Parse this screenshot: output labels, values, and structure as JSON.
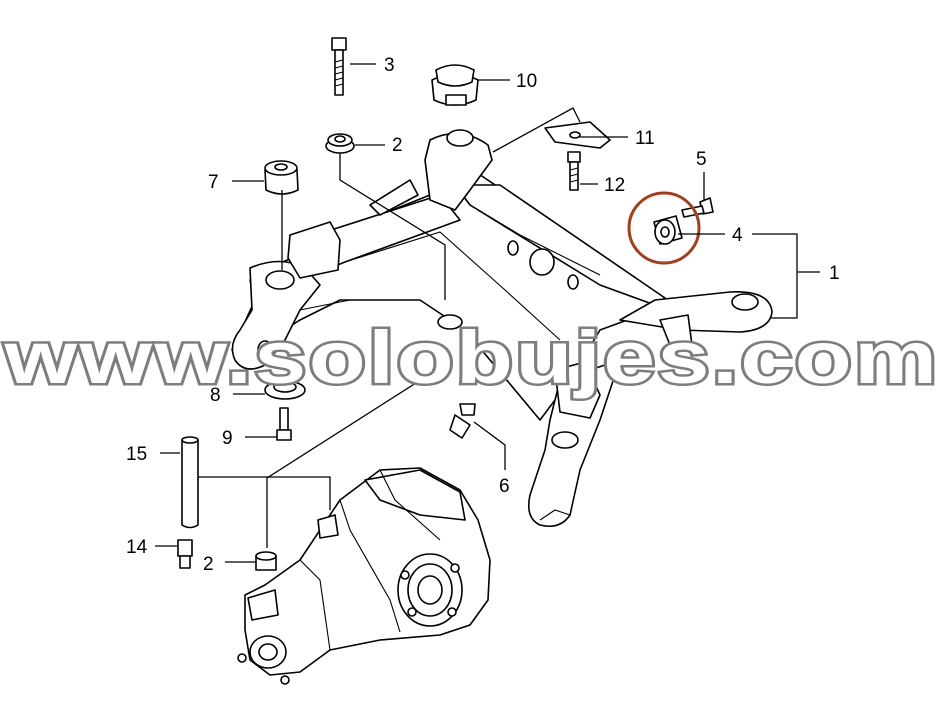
{
  "callouts": {
    "c1": "1",
    "c2a": "2",
    "c2b": "2",
    "c3": "3",
    "c4": "4",
    "c5": "5",
    "c6": "6",
    "c7": "7",
    "c8": "8",
    "c9": "9",
    "c10": "10",
    "c11": "11",
    "c12": "12",
    "c14": "14",
    "c15": "15"
  },
  "watermark": "www.solobujes.com",
  "highlight_color": "#a0401e"
}
